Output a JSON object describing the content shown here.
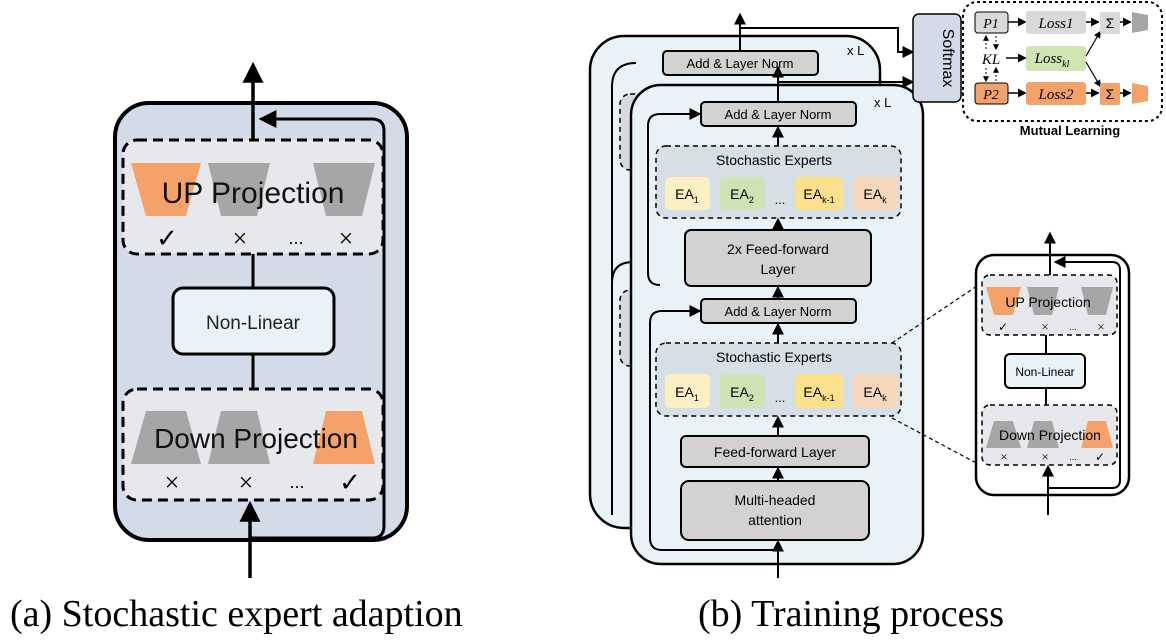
{
  "panel_a": {
    "up_label": "UP Projection",
    "down_label": "Down Projection",
    "nonlinear_label": "Non-Linear",
    "check": "✓",
    "cross": "×",
    "ellipsis": "...",
    "caption": "(a) Stochastic expert adaption"
  },
  "panel_b": {
    "caption": "(b) Training process",
    "repeat_label": "x L",
    "add_norm_label": "Add & Layer Norm",
    "stochastic_experts_label": "Stochastic Experts",
    "ffn2x_line1": "2x Feed-forward",
    "ffn2x_line2": "Layer",
    "ffn_label": "Feed-forward Layer",
    "mha_line1": "Multi-headed",
    "mha_line2": "attention",
    "softmax_label": "Softmax",
    "expert_main": "EA",
    "expert_subs": [
      "1",
      "2",
      "k-1",
      "k"
    ],
    "ellipsis": "...",
    "mutual": {
      "title": "Mutual Learning",
      "p1": "P1",
      "p2": "P2",
      "kl": "KL",
      "loss1": "Loss1",
      "loss2": "Loss2",
      "loss_kl_main": "Loss",
      "loss_kl_sub": "kl",
      "sigma": "Σ"
    }
  },
  "colors": {
    "panel_bg": "#d4dbe8",
    "layer_bg": "#e9f2f6",
    "box_gray": "#d2d2d2",
    "expert_bg": "#e7eaee",
    "orange": "#f4a26a",
    "gray_trap": "#a6a6a6",
    "ea1": "#fbf0c4",
    "ea2": "#cfe4b4",
    "eak1": "#fde08a",
    "eak": "#f8d8bd",
    "loss_kl": "#cfe6b4"
  }
}
